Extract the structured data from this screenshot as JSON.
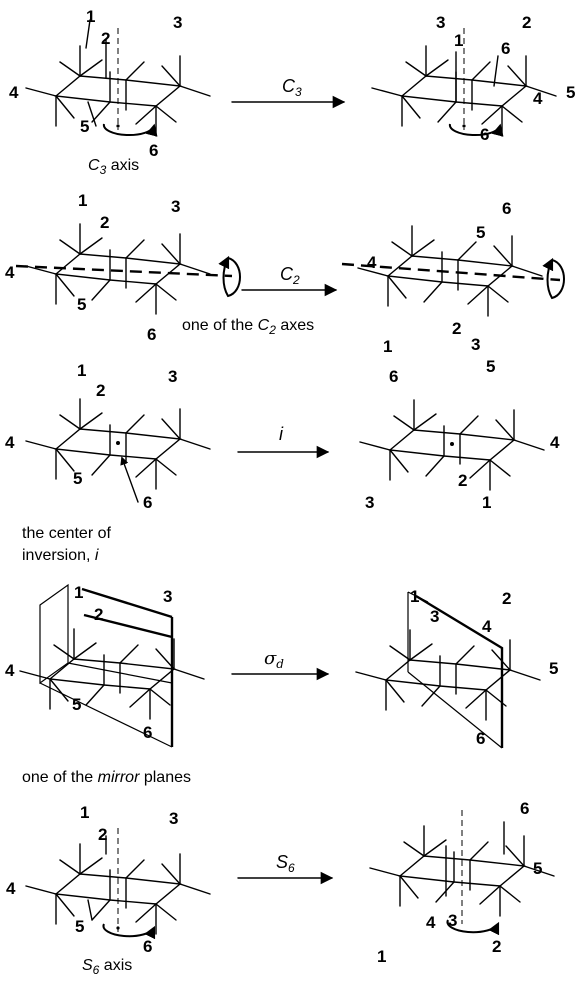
{
  "operations": {
    "c3": {
      "sym": "C",
      "sub": "3"
    },
    "c2": {
      "sym": "C",
      "sub": "2"
    },
    "i": {
      "sym": "i"
    },
    "sigma": {
      "sym": "σ",
      "sub": "d"
    },
    "s6": {
      "sym": "S",
      "sub": "6"
    }
  },
  "captions": {
    "c3_axis": {
      "sym": "C",
      "sub": "3",
      "rest": " axis"
    },
    "c2_axes": {
      "pre": "one of the ",
      "sym": "C",
      "sub": "2",
      "rest": " axes"
    },
    "inversion_line1": "the center of",
    "inversion_line2": {
      "pre": "inversion, ",
      "sym": "i"
    },
    "mirror": {
      "pre": "one of the ",
      "it": "mirror",
      "rest": " planes"
    },
    "s6_axis": {
      "sym": "S",
      "sub": "6",
      "rest": " axis"
    }
  },
  "labels": {
    "r1l": [
      "1",
      "2",
      "3",
      "4",
      "5",
      "6"
    ],
    "r1r": [
      "3",
      "1",
      "2",
      "6",
      "5",
      "4",
      "6"
    ],
    "r2l": [
      "1",
      "2",
      "3",
      "4",
      "5",
      "6"
    ],
    "r2r": [
      "6",
      "5",
      "4",
      "1",
      "2",
      "3"
    ],
    "r3l": [
      "1",
      "2",
      "3",
      "4",
      "5",
      "6"
    ],
    "r3r": [
      "6",
      "5",
      "4",
      "3",
      "2",
      "1"
    ],
    "r4l": [
      "1",
      "2",
      "3",
      "4",
      "5",
      "6"
    ],
    "r4r": [
      "1",
      "2",
      "3",
      "4",
      "5",
      "6"
    ],
    "r5l": [
      "1",
      "2",
      "3",
      "4",
      "5",
      "6"
    ],
    "r5r": [
      "6",
      "5",
      "4",
      "3",
      "1",
      "2"
    ]
  }
}
